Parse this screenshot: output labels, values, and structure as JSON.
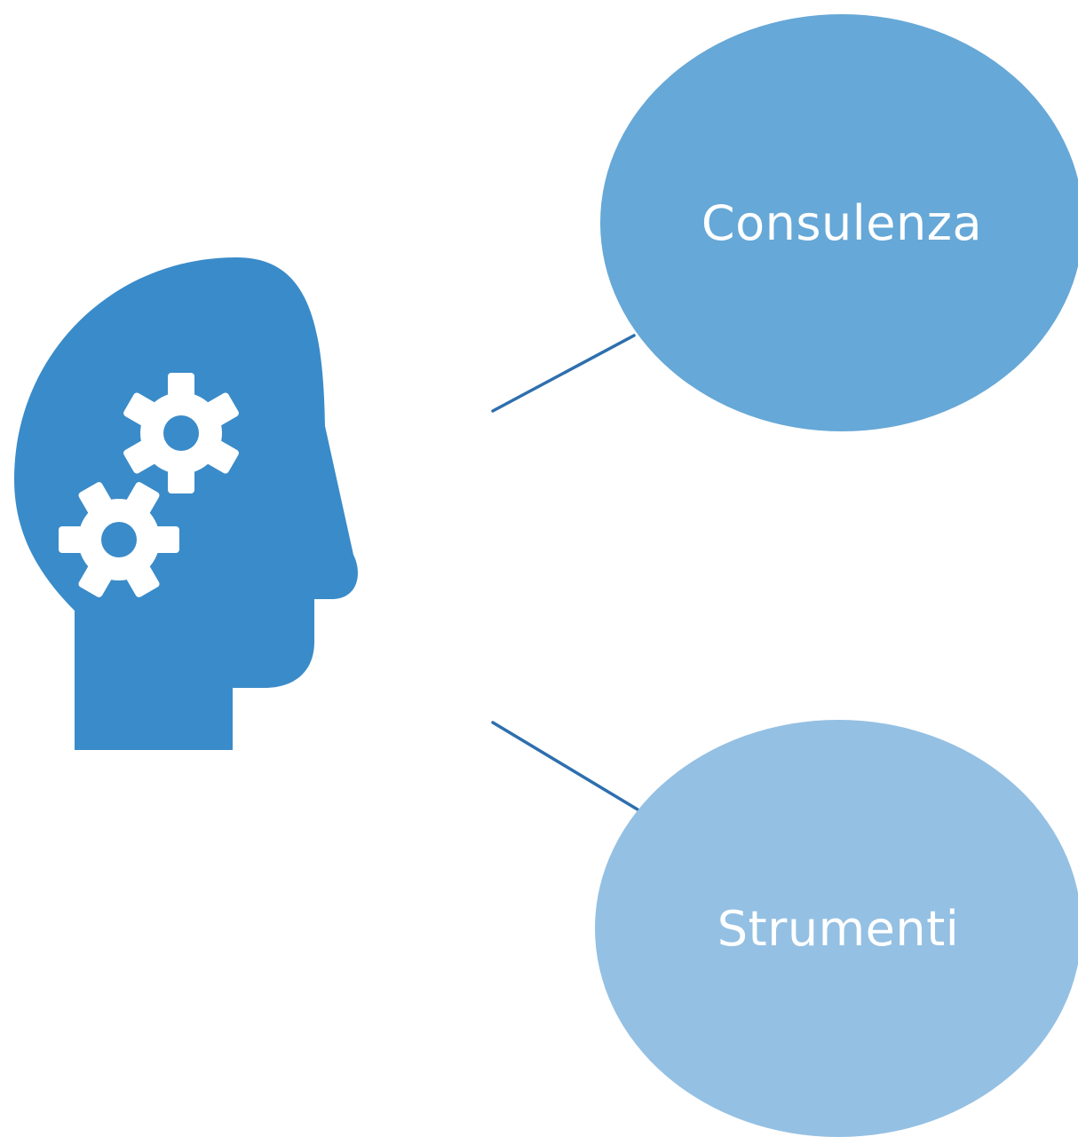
{
  "diagram": {
    "nodes": [
      {
        "id": "top",
        "label": "Consulenza",
        "color": "#66A8D7"
      },
      {
        "id": "bottom",
        "label": "Strumenti",
        "color": "#94C0E3"
      }
    ],
    "central_icon": {
      "icon": "head-gears-icon",
      "color": "#3A8BC9",
      "gear_color": "#ffffff"
    },
    "connector_color": "#2E6FAE"
  }
}
